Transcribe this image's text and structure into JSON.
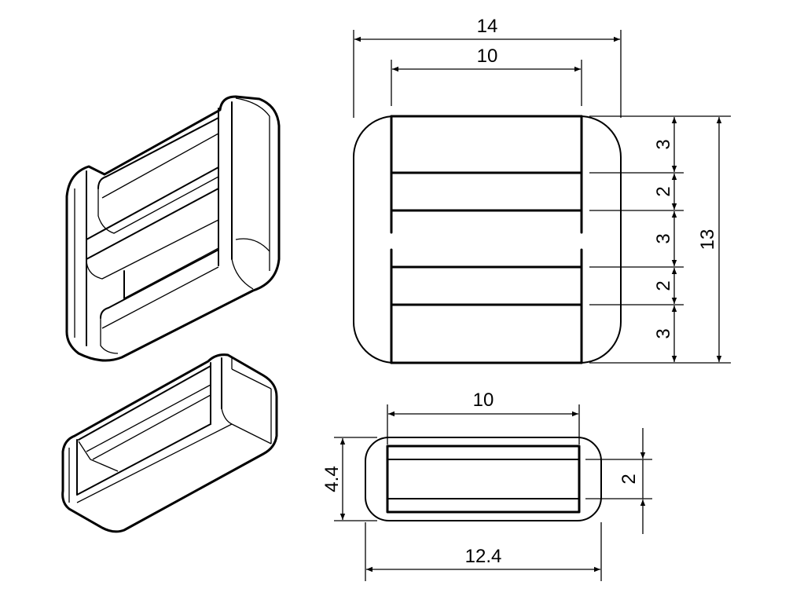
{
  "drawing": {
    "front_view": {
      "overall_width": "14",
      "inner_width": "10",
      "overall_height": "13",
      "segments": [
        "3",
        "2",
        "3",
        "2",
        "3"
      ]
    },
    "bottom_view": {
      "inner_width": "10",
      "overall_width": "12.4",
      "height": "4.4",
      "slot": "2"
    },
    "colors": {
      "line": "#000000",
      "background": "#ffffff"
    }
  }
}
